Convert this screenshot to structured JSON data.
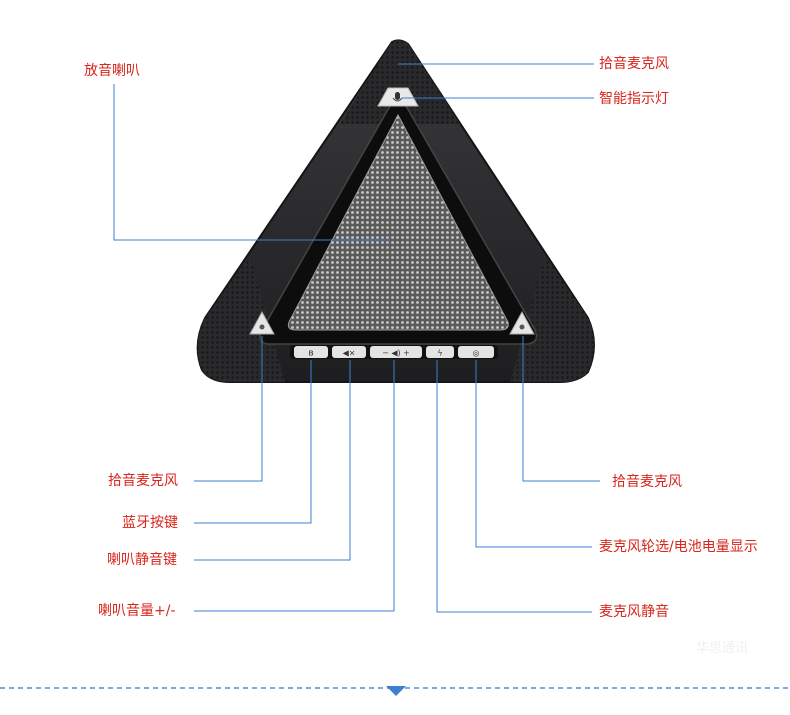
{
  "labels": {
    "speaker": "放音喇叭",
    "mic_top": "拾音麦克风",
    "indicator": "智能指示灯",
    "mic_left": "拾音麦克风",
    "bluetooth": "蓝牙按键",
    "speaker_mute": "喇叭静音键",
    "volume": "喇叭音量+/-",
    "mic_right": "拾音麦克风",
    "mic_cycle_battery": "麦克风轮选/电池电量显示",
    "mic_mute": "麦克风静音"
  },
  "watermark": "华思通讯",
  "colors": {
    "label": "#d9261c",
    "leader": "#3f7fd0",
    "divider": "#4a90e2",
    "device_body": "#2b2b2d",
    "grille": "#8a8a8a"
  },
  "icons": [
    "microphone-icon",
    "bluetooth-icon",
    "speaker-mute-icon",
    "volume-icon",
    "mic-mute-icon",
    "cycle-icon"
  ]
}
